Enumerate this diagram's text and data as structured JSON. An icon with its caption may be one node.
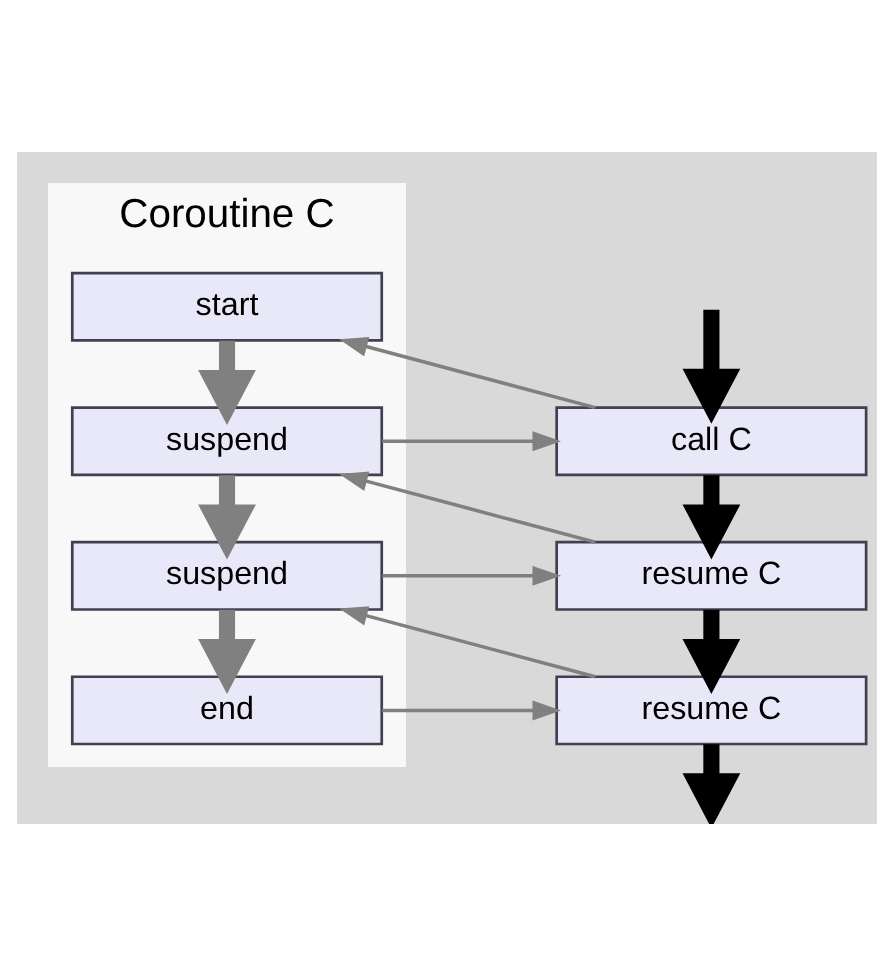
{
  "diagram": {
    "nodes": [
      {
        "text": [
          "Coroutine C"
        ]
      },
      {
        "text": [
          "call C"
        ]
      },
      {
        "text": [
          "resume C"
        ]
      },
      {
        "text": [
          "resume C"
        ]
      },
      {
        "text": [
          "start"
        ],
        "in": 0
      },
      {
        "text": [
          "suspend"
        ],
        "in": 0
      },
      {
        "text": [
          "suspend"
        ],
        "in": 0
      },
      {
        "text": [
          "end"
        ],
        "in": 0
      }
    ],
    "edges": [
      {
        "from": null,
        "to": 1,
        "arrow": "to",
        "color": "#000000"
      },
      {
        "from": 1,
        "to": 2,
        "arrow": "to",
        "color": "#000000"
      },
      {
        "from": 2,
        "to": 3,
        "arrow": "to",
        "color": "#000000"
      },
      {
        "from": 3,
        "to": null,
        "arrow": "to",
        "color": "#000000"
      },
      {
        "from": 4,
        "to": 5,
        "arrow": "to"
      },
      {
        "from": 5,
        "to": 6,
        "arrow": "to"
      },
      {
        "from": 6,
        "to": 7,
        "arrow": "to"
      },
      {
        "from": 1,
        "to": 4,
        "arrow": "to"
      },
      {
        "from": 5,
        "to": 1,
        "arrow": "to"
      },
      {
        "from": 2,
        "to": 5,
        "arrow": "to"
      },
      {
        "from": 6,
        "to": 2,
        "arrow": "to"
      },
      {
        "from": 3,
        "to": 6,
        "arrow": "to"
      },
      {
        "from": 7,
        "to": 3,
        "arrow": "to"
      }
    ]
  }
}
